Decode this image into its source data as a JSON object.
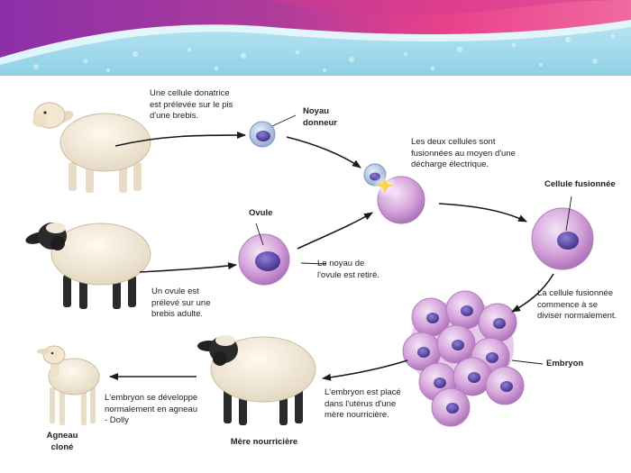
{
  "labels": {
    "donor_text": "Une cellule donatrice\nest prélevée sur le pis\nd'une brebis.",
    "donor_nucleus": "Noyau\ndonneur",
    "fusion_text": "Les deux cellules sont\nfusionnées au moyen d'une\ndécharge électrique.",
    "fused_cell": "Cellule fusionnée",
    "ovule": "Ovule",
    "nucleus_removed": "Le noyau de\nl'ovule est retiré.",
    "ovule_text": "Un ovule est\nprélevé sur une\nbrebis adulte.",
    "division_text": "La cellule fusionnée\ncommence à se\ndiviser normalement.",
    "embryo": "Embryon",
    "implant_text": "L'embryon est placé\ndans l'utérus d'une\nmère nourricière.",
    "develop_text": "L'embryon se développe\nnormalement en agneau\n- Dolly",
    "surrogate": "Mère nourricière",
    "clone_lamb": "Agneau\ncloné"
  },
  "colors": {
    "banner_purple": "#9b2fa6",
    "banner_pink": "#e8408a",
    "banner_cyan": "#9fd9ec",
    "cell_violet": "#c889d2",
    "nucleus_indigo": "#4b3a98",
    "arrow": "#1a1a1a"
  }
}
